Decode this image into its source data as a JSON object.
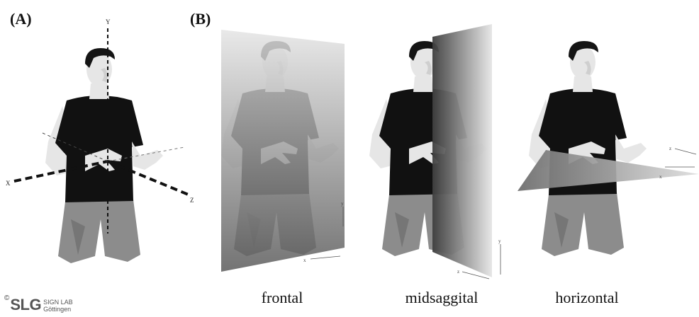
{
  "panels": {
    "a_label": "(A)",
    "b_label": "(B)"
  },
  "axes_a": {
    "y": "Y",
    "x": "X",
    "z": "Z"
  },
  "planes": [
    {
      "caption": "frontal",
      "axis_1": "y",
      "axis_2": "x"
    },
    {
      "caption": "midsaggital",
      "axis_1": "y",
      "axis_2": "z"
    },
    {
      "caption": "horizontal",
      "axis_1": "z",
      "axis_2": "x"
    }
  ],
  "credit": {
    "copyright": "©",
    "logo": "SLG",
    "line1": "SIGN LAB",
    "line2": "Göttingen"
  },
  "colors": {
    "shirt": "#111111",
    "shorts": "#8c8c8c",
    "skin": "#e6e6e6",
    "hair": "#151515",
    "plane_dark": "#4a4a4a",
    "plane_light": "#d8d8d8"
  }
}
